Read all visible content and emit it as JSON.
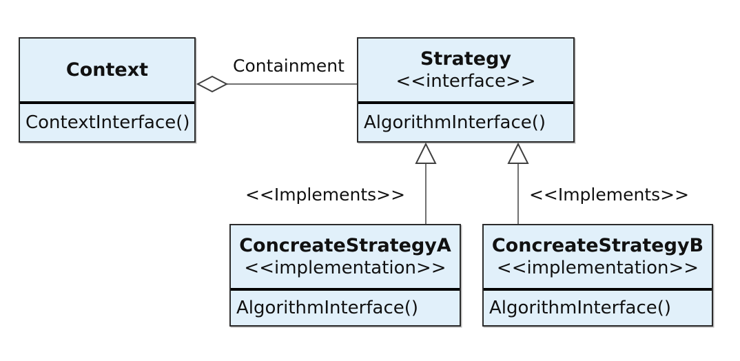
{
  "diagram": {
    "colors": {
      "background": "#ffffff",
      "box_fill": "#e1f0fa",
      "box_border": "#2b2b2b",
      "divider": "#000000",
      "line": "#707070",
      "shape_stroke": "#3f3f3f",
      "shape_fill": "#ffffff",
      "text": "#111111"
    },
    "classes": [
      {
        "name": "Context",
        "stereotype": "",
        "methods": [
          "ContextInterface()"
        ]
      },
      {
        "name": "Strategy",
        "stereotype": "<<interface>>",
        "methods": [
          "AlgorithmInterface()"
        ]
      },
      {
        "name": "ConcreateStrategyA",
        "stereotype": "<<implementation>>",
        "methods": [
          "AlgorithmInterface()"
        ]
      },
      {
        "name": "ConcreateStrategyB",
        "stereotype": "<<implementation>>",
        "methods": [
          "AlgorithmInterface()"
        ]
      }
    ],
    "relations": [
      {
        "type": "aggregation",
        "label": "Containment",
        "from": "Context",
        "to": "Strategy"
      },
      {
        "type": "realization",
        "label": "<<Implements>>",
        "from": "ConcreateStrategyA",
        "to": "Strategy"
      },
      {
        "type": "realization",
        "label": "<<Implements>>",
        "from": "ConcreateStrategyB",
        "to": "Strategy"
      }
    ]
  }
}
